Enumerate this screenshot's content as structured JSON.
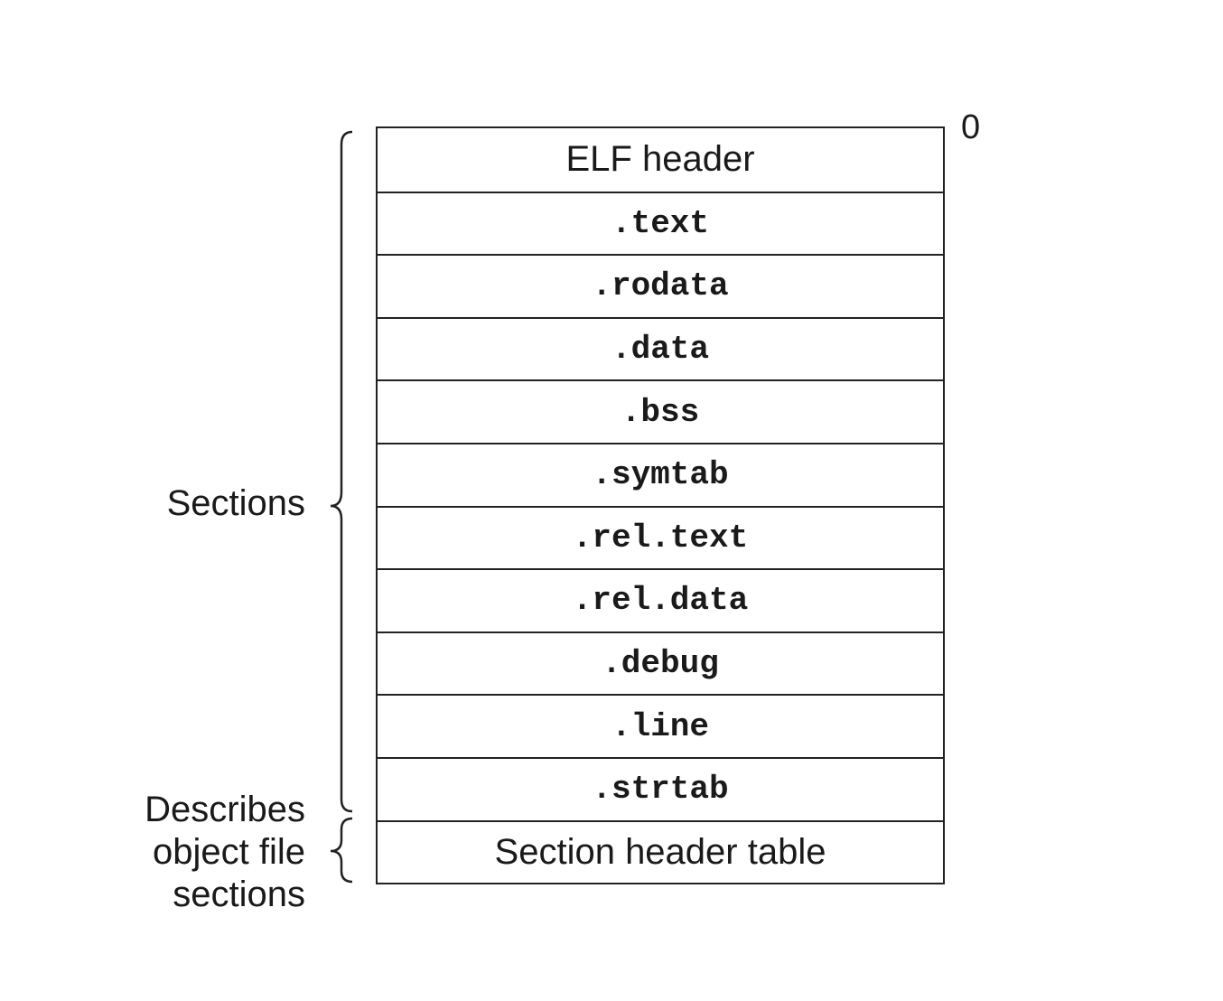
{
  "diagram": {
    "offset_label": "0",
    "rows": [
      {
        "label": "ELF header",
        "style": "sans"
      },
      {
        "label": ".text",
        "style": "mono"
      },
      {
        "label": ".rodata",
        "style": "mono"
      },
      {
        "label": ".data",
        "style": "mono"
      },
      {
        "label": ".bss",
        "style": "mono"
      },
      {
        "label": ".symtab",
        "style": "mono"
      },
      {
        "label": ".rel.text",
        "style": "mono"
      },
      {
        "label": ".rel.data",
        "style": "mono"
      },
      {
        "label": ".debug",
        "style": "mono"
      },
      {
        "label": ".line",
        "style": "mono"
      },
      {
        "label": ".strtab",
        "style": "mono"
      },
      {
        "label": "Section header table",
        "style": "sans"
      }
    ],
    "sections_label": "Sections",
    "describes_label": "Describes\nobject file\nsections"
  }
}
